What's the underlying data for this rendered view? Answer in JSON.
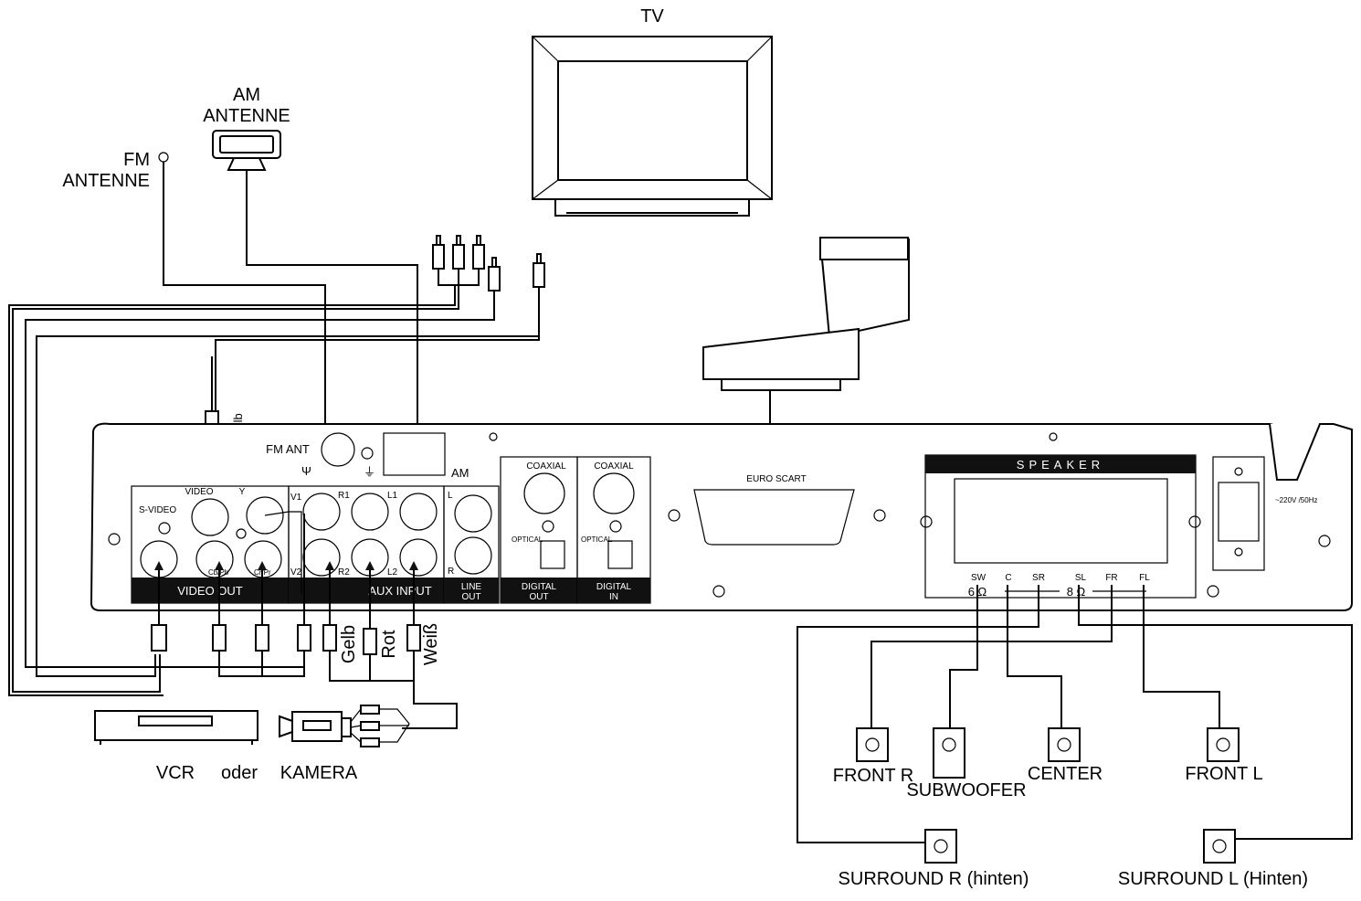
{
  "labels": {
    "tv": "TV",
    "am_antenna_1": "AM",
    "am_antenna_2": "ANTENNE",
    "fm_antenna_1": "FM",
    "fm_antenna_2": "ANTENNE",
    "gelb_top": "Gelb",
    "fm_ant": "FM ANT",
    "am": "AM",
    "euro_scart": "EURO SCART",
    "speaker": "SPEAKER",
    "power": "~220V /50Hz",
    "video": "VIDEO",
    "y": "Y",
    "s_video": "S-VIDEO",
    "cb_pb": "Cb/Pb",
    "cr_pr": "Cr/Pr",
    "v1": "V1",
    "r1": "R1",
    "l1": "L1",
    "v2": "V2",
    "r2": "R2",
    "l2": "L2",
    "l": "L",
    "r": "R",
    "coaxial_out": "COAXIAL",
    "coaxial_in": "COAXIAL",
    "optical_out": "OPTICAL",
    "optical_in": "OPTICAL",
    "video_out": "VIDEO OUT",
    "aux_input": "AUX INPUT",
    "line_out_1": "LINE",
    "line_out_2": "OUT",
    "digital_out_1": "DIGITAL",
    "digital_out_2": "OUT",
    "digital_in_1": "DIGITAL",
    "digital_in_2": "IN",
    "sw": "SW",
    "c": "C",
    "sr": "SR",
    "sl": "SL",
    "fr": "FR",
    "fl": "FL",
    "ohm6": "6 Ω",
    "ohm8": "8 Ω",
    "gelb": "Gelb",
    "rot": "Rot",
    "weiss": "Weiß",
    "vcr": "VCR",
    "oder": "oder",
    "kamera": "KAMERA",
    "front_r": "FRONT  R",
    "subwoofer": "SUBWOOFER",
    "center": "CENTER",
    "front_l": "FRONT  L",
    "surround_r": "SURROUND R (hinten)",
    "surround_l": "SURROUND L (Hinten)"
  }
}
